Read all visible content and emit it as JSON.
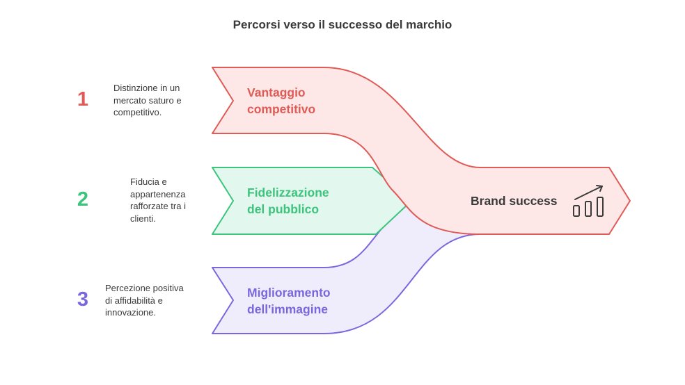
{
  "title": "Percorsi verso il successo del marchio",
  "colors": {
    "red": "#e05a56",
    "red_fill": "#fde8e7",
    "green": "#3cc47c",
    "green_fill": "#e2f8ee",
    "purple": "#7a67de",
    "purple_fill": "#efedfb",
    "text": "#3a3a3a"
  },
  "paths": [
    {
      "number": "1",
      "description_lines": [
        "Distinzione in un",
        "mercato saturo e",
        "competitivo."
      ],
      "label_lines": [
        "Vantaggio",
        "competitivo"
      ]
    },
    {
      "number": "2",
      "description_lines": [
        "Fiducia e",
        "appartenenza",
        "rafforzate tra i",
        "clienti."
      ],
      "label_lines": [
        "Fidelizzazione",
        "del pubblico"
      ]
    },
    {
      "number": "3",
      "description_lines": [
        "Percezione positiva",
        "di affidabilità e",
        "innovazione."
      ],
      "label_lines": [
        "Miglioramento",
        "dell'immagine"
      ]
    }
  ],
  "outcome": {
    "label": "Brand success",
    "icon": "growth-chart-icon"
  }
}
